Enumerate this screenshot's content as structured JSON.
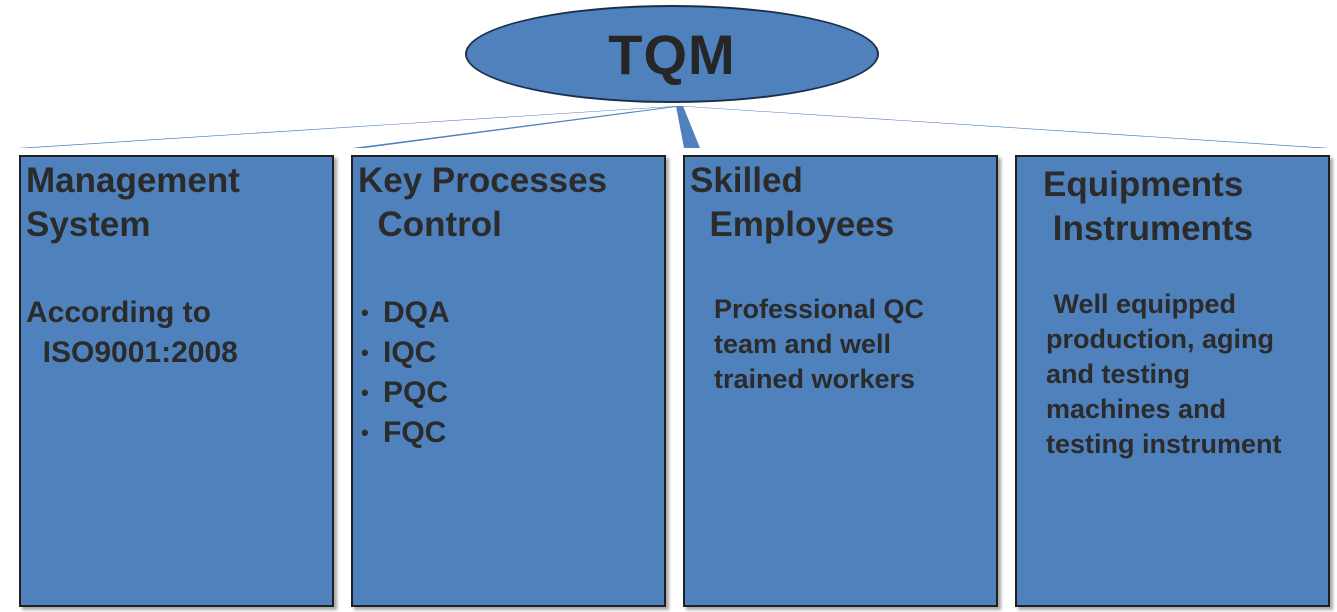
{
  "title": "TQM",
  "colors": {
    "fill": "#4f81bd",
    "ellipse_border": "#1c2e4a",
    "box_border": "#1f1f1f",
    "text": "#2b2b2b"
  },
  "boxes": [
    {
      "title": "Management\nSystem",
      "body": "According to\n  ISO9001:2008"
    },
    {
      "title": "Key Processes\n  Control",
      "bullets": [
        "DQA",
        "IQC",
        "PQC",
        "FQC"
      ]
    },
    {
      "title": "Skilled\n  Employees",
      "body": "Professional QC\nteam and well\ntrained workers"
    },
    {
      "title": "Equipments\n Instruments",
      "body": " Well equipped\nproduction, aging\nand testing\nmachines and\ntesting instrument"
    }
  ]
}
